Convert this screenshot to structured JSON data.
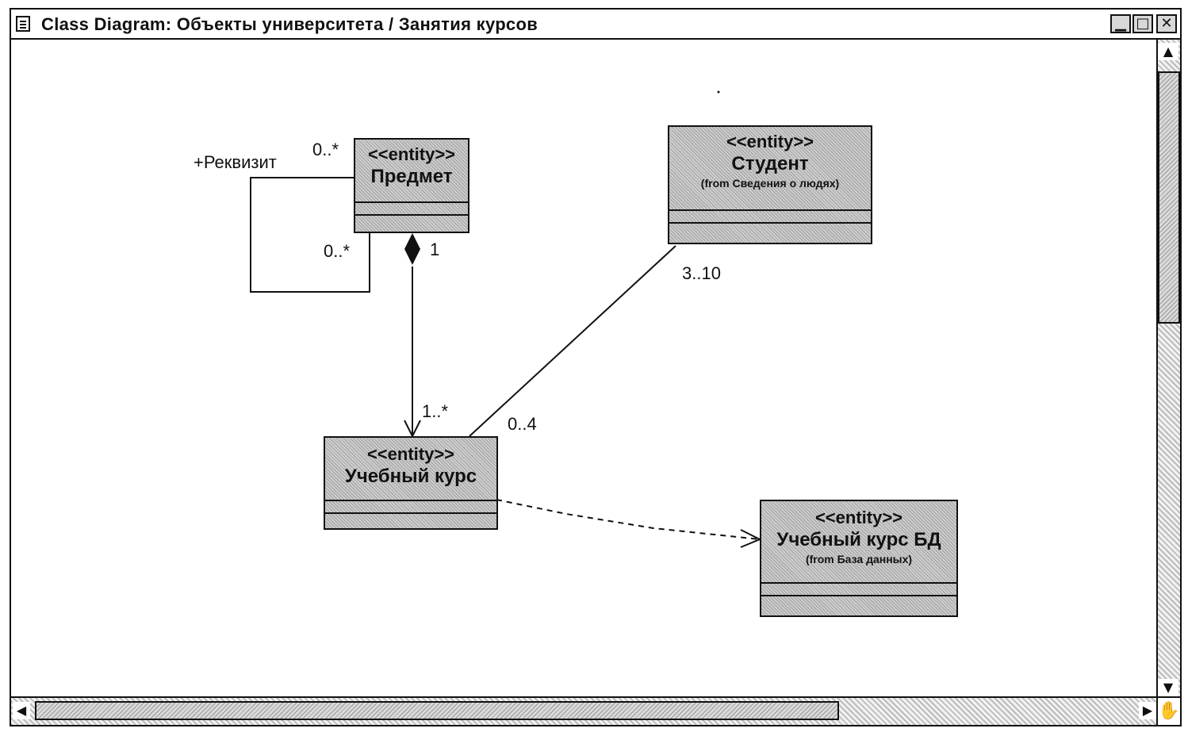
{
  "window": {
    "title": "Class Diagram: Объекты университета / Занятия курсов",
    "buttons": {
      "minimize": "▁",
      "maximize": "□",
      "close": "✕"
    }
  },
  "classes": {
    "predmet": {
      "stereotype": "<<entity>>",
      "name": "Предмет"
    },
    "student": {
      "stereotype": "<<entity>>",
      "name": "Студент",
      "from": "(from Сведения о людях)"
    },
    "kurs": {
      "stereotype": "<<entity>>",
      "name": "Учебный курс"
    },
    "kurs_bd": {
      "stereotype": "<<entity>>",
      "name": "Учебный курс БД",
      "from": "(from База данных)"
    }
  },
  "labels": {
    "rekvizit_role": "+Реквизит",
    "self_top_mult": "0..*",
    "self_bottom_mult": "0..*",
    "comp_whole_mult": "1",
    "comp_part_mult": "1..*",
    "student_mult": "3..10",
    "kurs_student_mult": "0..4"
  },
  "icons": {
    "window": "class-diagram-icon",
    "scroll_up": "▲",
    "scroll_down": "▼",
    "scroll_left": "◀",
    "scroll_right": "▶",
    "cursor": "✋"
  }
}
